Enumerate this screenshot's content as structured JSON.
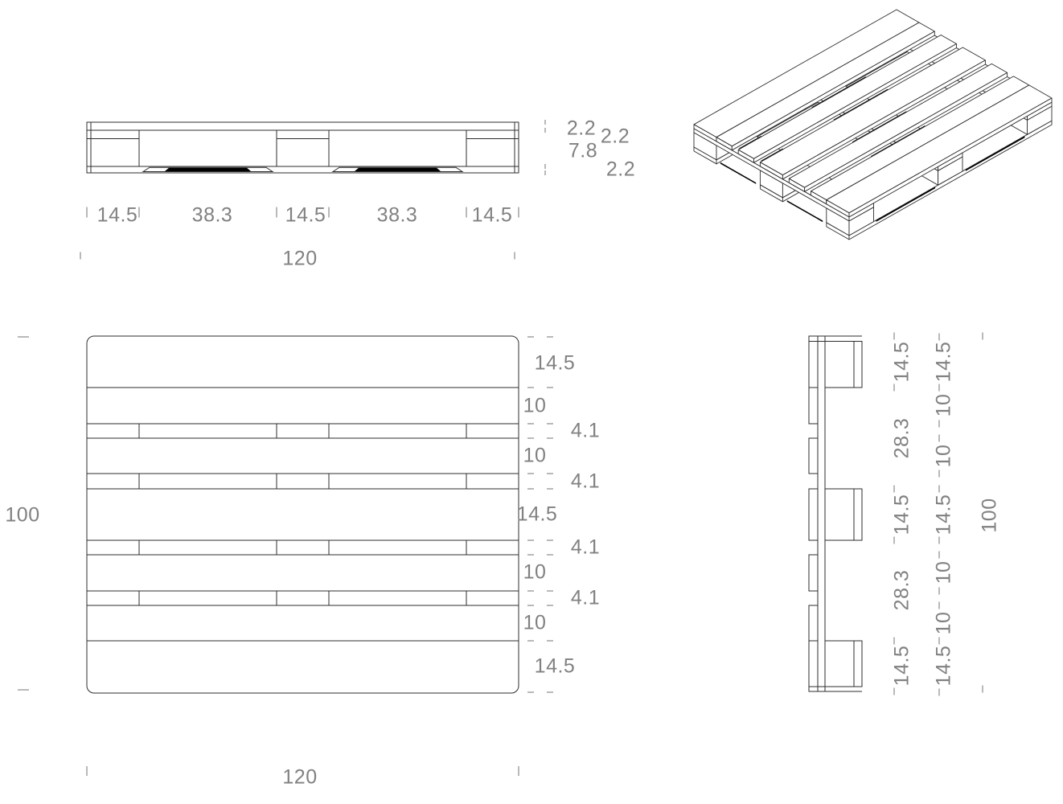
{
  "front_view": {
    "width_dims": [
      "14.5",
      "38.3",
      "14.5",
      "38.3",
      "14.5"
    ],
    "overall_width": "120",
    "height_dims": [
      "2.2",
      "2.2",
      "7.8",
      "2.2"
    ]
  },
  "plan_view": {
    "overall_height": "100",
    "overall_width": "120",
    "board_dims": [
      "14.5",
      "10",
      "4.1",
      "10",
      "4.1",
      "14.5",
      "4.1",
      "10",
      "4.1",
      "10",
      "14.5"
    ]
  },
  "side_view": {
    "block_spacing_dims": [
      "14.5",
      "28.3",
      "14.5",
      "28.3",
      "14.5"
    ],
    "board_dims": [
      "14.5",
      "10",
      "10",
      "14.5",
      "10",
      "10",
      "14.5"
    ],
    "overall_length": "100"
  },
  "colors": {
    "line": "#2e2e2e",
    "dim_text": "#818181",
    "tick": "#8a8a8a",
    "chamfer": "#000000",
    "background": "#ffffff"
  }
}
